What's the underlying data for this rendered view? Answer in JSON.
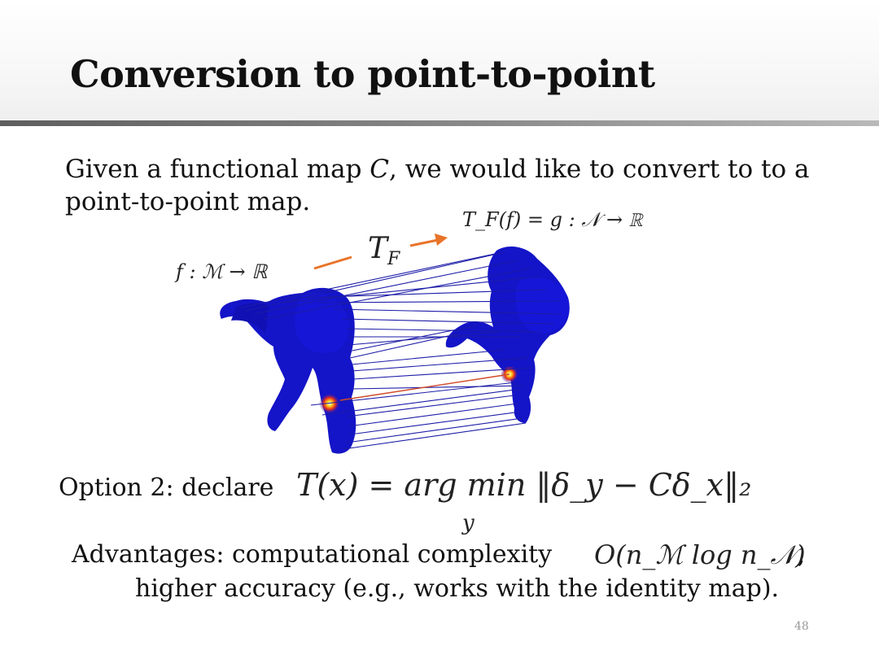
{
  "slide": {
    "title": "Conversion to point-to-point",
    "intro_before": "Given a functional map ",
    "intro_italic": "C",
    "intro_after": ", we would like to convert to to a point-to-point map.",
    "page_number": "48"
  },
  "figure": {
    "formula_target": "T_F(f) = g : 𝒩 → ℝ",
    "formula_source": "f : ℳ → ℝ",
    "operator_label": "T",
    "operator_sub": "F",
    "accent_color": "#e8742a",
    "mesh_color": "#1414c8",
    "line_color": "#1c1ca8",
    "highlight_line_color": "#d24b2a"
  },
  "option": {
    "label": "Option 2: declare",
    "equation": "T(x) = arg min ‖δ_y − Cδ_x‖₂",
    "equation_sub": "y"
  },
  "advantages": {
    "line1": "Advantages: computational complexity",
    "complexity": "O(n_ℳ log n_𝒩)",
    "comma": ",",
    "line2": "higher accuracy (e.g., works with the identity map)."
  }
}
